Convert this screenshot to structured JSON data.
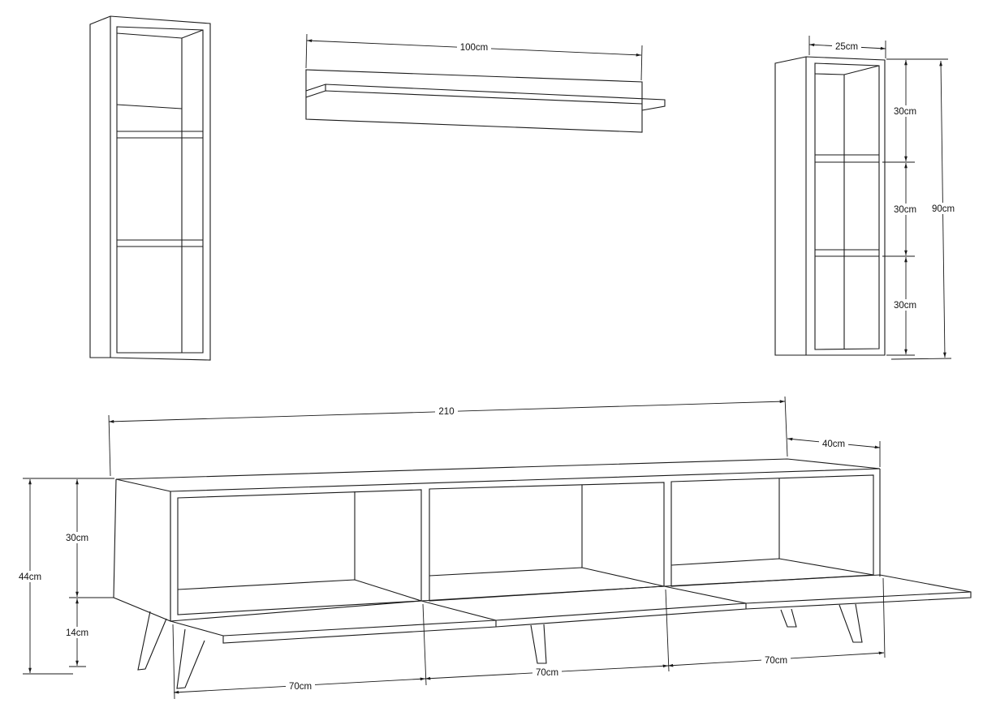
{
  "wall_shelf": {
    "width_label": "100cm"
  },
  "wall_cabinet": {
    "depth_label": "25cm",
    "compartment_labels": [
      "30cm",
      "30cm",
      "30cm"
    ],
    "height_label": "90cm"
  },
  "tv_unit": {
    "overall_width_label": "210",
    "depth_label": "40cm",
    "height_label": "44cm",
    "body_height_label": "30cm",
    "leg_height_label": "14cm",
    "section_labels": [
      "70cm",
      "70cm",
      "70cm"
    ]
  }
}
